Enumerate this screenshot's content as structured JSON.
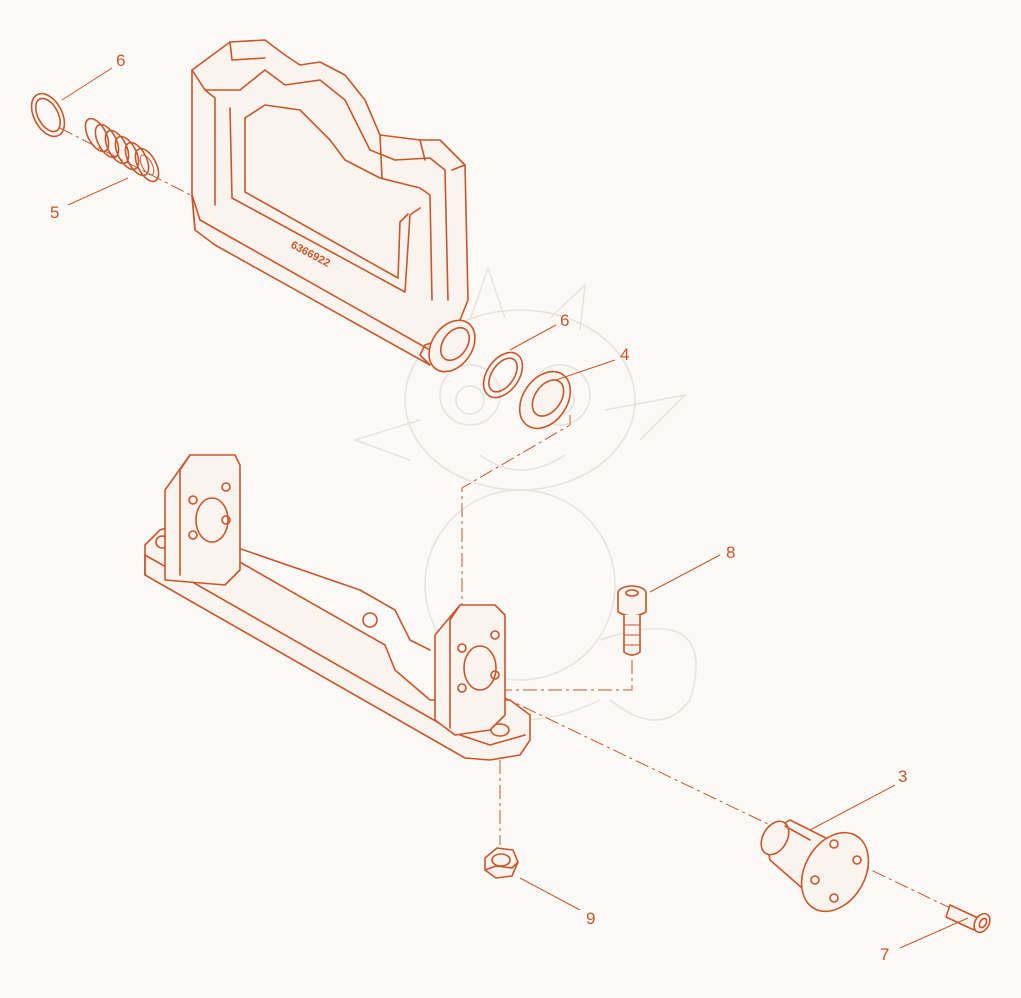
{
  "colors": {
    "line": "#c8562a",
    "background": "#faf9f5",
    "watermark": "#e6e2dc"
  },
  "callouts": {
    "c1": "6",
    "c2": "5",
    "c3": "6",
    "c4": "4",
    "c5": "8",
    "c6": "3",
    "c7": "9",
    "c8": "7"
  },
  "handle_engraving": "6366922"
}
